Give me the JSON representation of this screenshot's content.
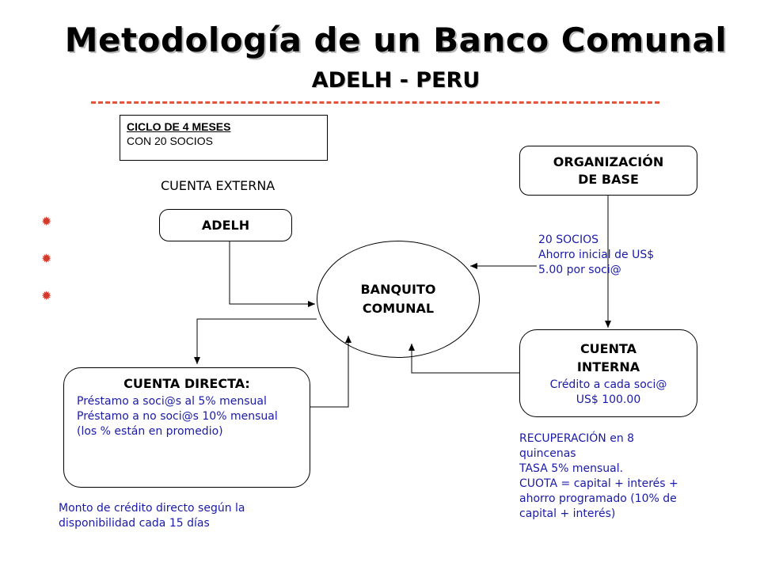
{
  "header": {
    "title": "Metodología de un Banco Comunal",
    "subtitle": "ADELH - PERU"
  },
  "ciclo": {
    "line1": "CICLO DE 4 MESES",
    "line2": "CON 20 SOCIOS"
  },
  "cuenta_externa_label": "CUENTA EXTERNA",
  "adelh_box": "ADELH",
  "organizacion": {
    "line1": "ORGANIZACIÓN",
    "line2": "DE BASE"
  },
  "banquito": {
    "line1": "BANQUITO",
    "line2": "COMUNAL"
  },
  "socios_note": {
    "line1": "20 SOCIOS",
    "line2": "Ahorro inicial de US$",
    "line3": "5.00 por soci@"
  },
  "cuenta_interna": {
    "line1": "CUENTA",
    "line2": "INTERNA",
    "detail1": "Crédito a cada soci@",
    "detail2": "US$ 100.00"
  },
  "cuenta_directa": {
    "title": "CUENTA DIRECTA:",
    "line1": "Préstamo a soci@s al 5% mensual",
    "line2": "Préstamo a no soci@s 10% mensual",
    "line3": "(los % están en promedio)"
  },
  "monto_note": {
    "line1": "Monto de crédito directo según la",
    "line2": "disponibilidad cada 15 días"
  },
  "recuperacion_note": {
    "line1": "RECUPERACIÓN en 8 quincenas",
    "line2": "TASA  5% mensual.",
    "line3": "CUOTA = capital + interés + ahorro programado (10% de capital + interés)"
  },
  "colors": {
    "accent_dash": "#e5533d",
    "bullet": "#d33a2c",
    "note_text": "#1a1aa8"
  }
}
